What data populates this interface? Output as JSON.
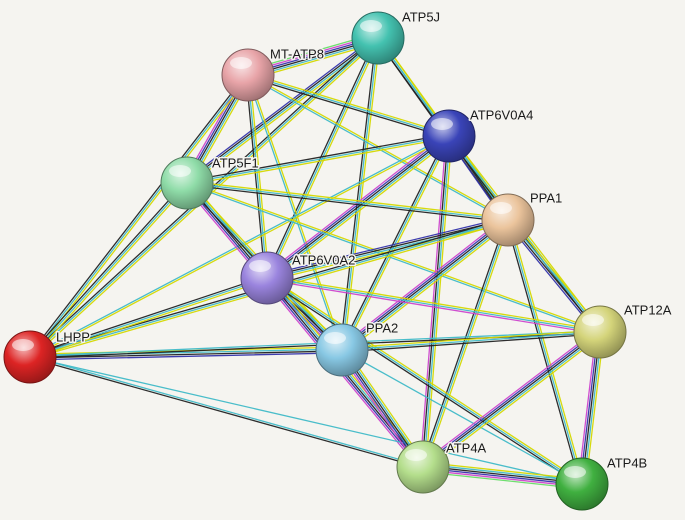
{
  "network": {
    "edge_colors": [
      "#d4d800",
      "#3fb9c7",
      "#222222",
      "#3333aa",
      "#cc44cc",
      "#66dd66"
    ],
    "nodes": [
      {
        "id": "ATP5J",
        "label": "ATP5J",
        "color": "#44c2b0"
      },
      {
        "id": "MT-ATP8",
        "label": "MT-ATP8",
        "color": "#e8a4a8"
      },
      {
        "id": "ATP6V0A4",
        "label": "ATP6V0A4",
        "color": "#3a44b8"
      },
      {
        "id": "ATP5F1",
        "label": "ATP5F1",
        "color": "#8fdca8"
      },
      {
        "id": "PPA1",
        "label": "PPA1",
        "color": "#ebc49c"
      },
      {
        "id": "ATP6V0A2",
        "label": "ATP6V0A2",
        "color": "#9a84de"
      },
      {
        "id": "LHPP",
        "label": "LHPP",
        "color": "#dd2424"
      },
      {
        "id": "PPA2",
        "label": "PPA2",
        "color": "#88c8e4"
      },
      {
        "id": "ATP12A",
        "label": "ATP12A",
        "color": "#d4d47a"
      },
      {
        "id": "ATP4A",
        "label": "ATP4A",
        "color": "#b4de8c"
      },
      {
        "id": "ATP4B",
        "label": "ATP4B",
        "color": "#40b040"
      }
    ],
    "edges": [
      {
        "a": "ATP5J",
        "b": "MT-ATP8",
        "types": [
          "#d4d800",
          "#3fb9c7",
          "#222222",
          "#3333aa",
          "#cc44cc",
          "#66dd66"
        ]
      },
      {
        "a": "ATP5J",
        "b": "ATP5F1",
        "types": [
          "#d4d800",
          "#3fb9c7",
          "#222222",
          "#3333aa"
        ]
      },
      {
        "a": "ATP5J",
        "b": "ATP6V0A4",
        "types": [
          "#d4d800",
          "#3fb9c7",
          "#222222"
        ]
      },
      {
        "a": "ATP5J",
        "b": "PPA1",
        "types": [
          "#d4d800",
          "#3fb9c7",
          "#222222"
        ]
      },
      {
        "a": "ATP5J",
        "b": "ATP6V0A2",
        "types": [
          "#d4d800",
          "#3fb9c7",
          "#222222"
        ]
      },
      {
        "a": "ATP5J",
        "b": "PPA2",
        "types": [
          "#d4d800",
          "#3fb9c7",
          "#222222"
        ]
      },
      {
        "a": "ATP5J",
        "b": "LHPP",
        "types": [
          "#d4d800",
          "#3fb9c7",
          "#222222"
        ]
      },
      {
        "a": "MT-ATP8",
        "b": "ATP5F1",
        "types": [
          "#d4d800",
          "#3fb9c7",
          "#222222",
          "#3333aa",
          "#cc44cc"
        ]
      },
      {
        "a": "MT-ATP8",
        "b": "ATP6V0A4",
        "types": [
          "#d4d800",
          "#3fb9c7",
          "#222222"
        ]
      },
      {
        "a": "MT-ATP8",
        "b": "PPA1",
        "types": [
          "#d4d800",
          "#3fb9c7"
        ]
      },
      {
        "a": "MT-ATP8",
        "b": "ATP6V0A2",
        "types": [
          "#d4d800",
          "#3fb9c7",
          "#222222"
        ]
      },
      {
        "a": "MT-ATP8",
        "b": "PPA2",
        "types": [
          "#d4d800",
          "#3fb9c7"
        ]
      },
      {
        "a": "MT-ATP8",
        "b": "LHPP",
        "types": [
          "#d4d800",
          "#3fb9c7",
          "#222222"
        ]
      },
      {
        "a": "ATP6V0A4",
        "b": "ATP5F1",
        "types": [
          "#d4d800",
          "#3fb9c7",
          "#222222"
        ]
      },
      {
        "a": "ATP6V0A4",
        "b": "PPA1",
        "types": [
          "#d4d800",
          "#3fb9c7",
          "#222222",
          "#3333aa"
        ]
      },
      {
        "a": "ATP6V0A4",
        "b": "ATP6V0A2",
        "types": [
          "#d4d800",
          "#3fb9c7",
          "#222222",
          "#3333aa",
          "#cc44cc"
        ]
      },
      {
        "a": "ATP6V0A4",
        "b": "PPA2",
        "types": [
          "#d4d800",
          "#3fb9c7",
          "#222222"
        ]
      },
      {
        "a": "ATP6V0A4",
        "b": "ATP12A",
        "types": [
          "#d4d800",
          "#3fb9c7",
          "#222222"
        ]
      },
      {
        "a": "ATP6V0A4",
        "b": "ATP4A",
        "types": [
          "#d4d800",
          "#3fb9c7",
          "#222222",
          "#cc44cc"
        ]
      },
      {
        "a": "ATP6V0A4",
        "b": "LHPP",
        "types": [
          "#d4d800",
          "#3fb9c7"
        ]
      },
      {
        "a": "ATP5F1",
        "b": "PPA1",
        "types": [
          "#d4d800",
          "#3fb9c7",
          "#222222"
        ]
      },
      {
        "a": "ATP5F1",
        "b": "ATP6V0A2",
        "types": [
          "#d4d800",
          "#3fb9c7",
          "#222222",
          "#3333aa",
          "#cc44cc"
        ]
      },
      {
        "a": "ATP5F1",
        "b": "PPA2",
        "types": [
          "#d4d800",
          "#3fb9c7",
          "#222222"
        ]
      },
      {
        "a": "ATP5F1",
        "b": "LHPP",
        "types": [
          "#d4d800",
          "#3fb9c7",
          "#222222"
        ]
      },
      {
        "a": "ATP5F1",
        "b": "ATP12A",
        "types": [
          "#d4d800",
          "#3fb9c7"
        ]
      },
      {
        "a": "PPA1",
        "b": "ATP6V0A2",
        "types": [
          "#d4d800",
          "#3fb9c7",
          "#222222",
          "#3333aa"
        ]
      },
      {
        "a": "PPA1",
        "b": "PPA2",
        "types": [
          "#d4d800",
          "#3fb9c7",
          "#222222",
          "#3333aa",
          "#cc44cc"
        ]
      },
      {
        "a": "PPA1",
        "b": "LHPP",
        "types": [
          "#d4d800",
          "#3fb9c7",
          "#222222"
        ]
      },
      {
        "a": "PPA1",
        "b": "ATP12A",
        "types": [
          "#d4d800",
          "#3fb9c7",
          "#222222",
          "#3333aa"
        ]
      },
      {
        "a": "PPA1",
        "b": "ATP4A",
        "types": [
          "#d4d800",
          "#3fb9c7",
          "#222222"
        ]
      },
      {
        "a": "PPA1",
        "b": "ATP4B",
        "types": [
          "#d4d800",
          "#3fb9c7",
          "#222222"
        ]
      },
      {
        "a": "ATP6V0A2",
        "b": "PPA2",
        "types": [
          "#d4d800",
          "#3fb9c7",
          "#222222",
          "#3333aa",
          "#cc44cc"
        ]
      },
      {
        "a": "ATP6V0A2",
        "b": "LHPP",
        "types": [
          "#d4d800",
          "#3fb9c7",
          "#222222"
        ]
      },
      {
        "a": "ATP6V0A2",
        "b": "ATP12A",
        "types": [
          "#d4d800",
          "#3fb9c7",
          "#cc44cc"
        ]
      },
      {
        "a": "ATP6V0A2",
        "b": "ATP4A",
        "types": [
          "#d4d800",
          "#3fb9c7",
          "#222222",
          "#3333aa",
          "#cc44cc"
        ]
      },
      {
        "a": "ATP6V0A2",
        "b": "ATP4B",
        "types": [
          "#d4d800",
          "#3fb9c7",
          "#222222"
        ]
      },
      {
        "a": "LHPP",
        "b": "PPA2",
        "types": [
          "#d4d800",
          "#3fb9c7",
          "#222222",
          "#3333aa"
        ]
      },
      {
        "a": "LHPP",
        "b": "ATP12A",
        "types": [
          "#3fb9c7",
          "#222222"
        ]
      },
      {
        "a": "LHPP",
        "b": "ATP4A",
        "types": [
          "#3fb9c7",
          "#222222"
        ]
      },
      {
        "a": "LHPP",
        "b": "ATP4B",
        "types": [
          "#3fb9c7"
        ]
      },
      {
        "a": "PPA2",
        "b": "ATP12A",
        "types": [
          "#d4d800",
          "#3fb9c7",
          "#222222"
        ]
      },
      {
        "a": "PPA2",
        "b": "ATP4A",
        "types": [
          "#d4d800",
          "#3fb9c7",
          "#222222",
          "#3333aa",
          "#cc44cc"
        ]
      },
      {
        "a": "PPA2",
        "b": "ATP4B",
        "types": [
          "#3fb9c7"
        ]
      },
      {
        "a": "ATP12A",
        "b": "ATP4A",
        "types": [
          "#d4d800",
          "#3fb9c7",
          "#222222",
          "#3333aa",
          "#cc44cc"
        ]
      },
      {
        "a": "ATP12A",
        "b": "ATP4B",
        "types": [
          "#d4d800",
          "#3fb9c7",
          "#222222",
          "#3333aa",
          "#cc44cc"
        ]
      },
      {
        "a": "ATP4A",
        "b": "ATP4B",
        "types": [
          "#d4d800",
          "#3fb9c7",
          "#222222",
          "#3333aa",
          "#cc44cc",
          "#66dd66"
        ]
      }
    ]
  }
}
